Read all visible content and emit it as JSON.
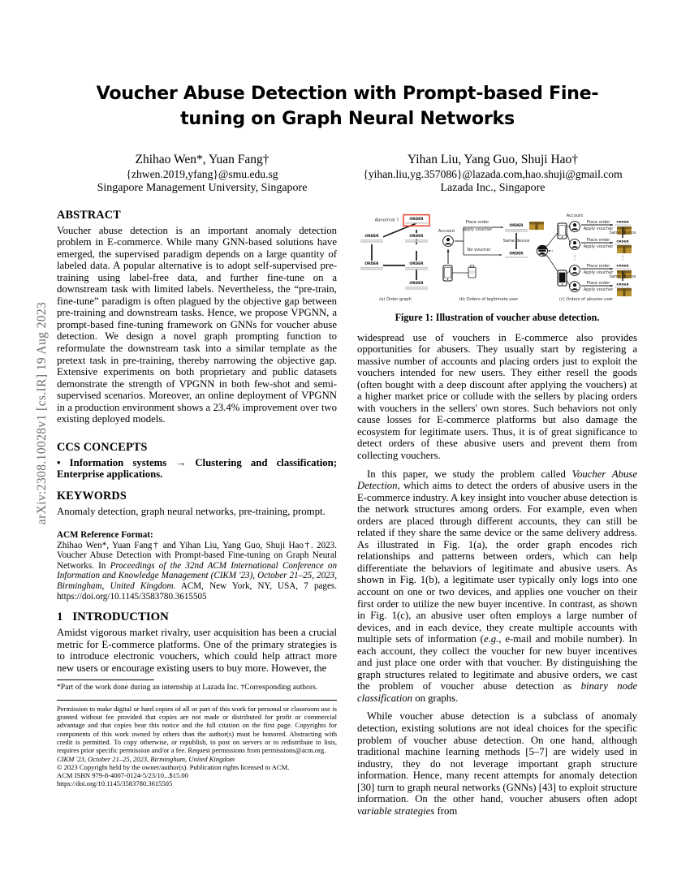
{
  "arxiv": {
    "stamp": "arXiv:2308.10028v1  [cs.IR]  19 Aug 2023"
  },
  "paper": {
    "title": "Voucher Abuse Detection with Prompt-based Fine-tuning on Graph Neural Networks",
    "authors": [
      {
        "names": "Zhihao Wen*, Yuan Fang†",
        "email": "{zhwen.2019,yfang}@smu.edu.sg",
        "affiliation": "Singapore Management University, Singapore"
      },
      {
        "names": "Yihan Liu, Yang Guo, Shuji Hao†",
        "email": "{yihan.liu,yg.357086}@lazada.com,hao.shuji@gmail.com",
        "affiliation": "Lazada Inc., Singapore"
      }
    ]
  },
  "sections": {
    "abstract_heading": "ABSTRACT",
    "abstract_text": "Voucher abuse detection is an important anomaly detection problem in E-commerce. While many GNN-based solutions have emerged, the supervised paradigm depends on a large quantity of labeled data. A popular alternative is to adopt self-supervised pre-training using label-free data, and further fine-tune on a downstream task with limited labels. Nevertheless, the “pre-train, fine-tune” paradigm is often plagued by the objective gap between pre-training and downstream tasks. Hence, we propose VPGNN, a prompt-based fine-tuning framework on GNNs for voucher abuse detection. We design a novel graph prompting function to reformulate the downstream task into a similar template as the pretext task in pre-training, thereby narrowing the objective gap. Extensive experiments on both proprietary and public datasets demonstrate the strength of VPGNN in both few-shot and semi-supervised scenarios. Moreover, an online deployment of VPGNN in a production environment shows a 23.4% improvement over two existing deployed models.",
    "ccs_heading": "CCS CONCEPTS",
    "ccs_text": "• Information systems → Clustering and classification; Enterprise applications.",
    "keywords_heading": "KEYWORDS",
    "keywords_text": "Anomaly detection, graph neural networks, pre-training, prompt.",
    "acm_ref_heading": "ACM Reference Format:",
    "acm_ref_text_a": "Zhihao Wen*, Yuan Fang† and Yihan Liu, Yang Guo, Shuji Hao†. 2023. Voucher Abuse Detection with Prompt-based Fine-tuning on Graph Neural Networks. In ",
    "acm_ref_text_italic": "Proceedings of the 32nd ACM International Conference on Information and Knowledge Management (CIKM '23), October 21–25, 2023, Birmingham, United Kingdom.",
    "acm_ref_text_b": " ACM, New York, NY, USA, 7 pages. https://doi.org/10.1145/3583780.3615505",
    "intro_number": "1",
    "intro_heading": "INTRODUCTION",
    "intro_p1": "Amidst vigorous market rivalry, user acquisition has been a crucial metric for E-commerce platforms. One of the primary strategies is to introduce electronic vouchers, which could help attract more new users or encourage existing users to buy more. However, the",
    "footnote": "*Part of the work done during an internship at Lazada Inc. †Corresponding authors.",
    "permission_text": "Permission to make digital or hard copies of all or part of this work for personal or classroom use is granted without fee provided that copies are not made or distributed for profit or commercial advantage and that copies bear this notice and the full citation on the first page. Copyrights for components of this work owned by others than the author(s) must be honored. Abstracting with credit is permitted. To copy otherwise, or republish, to post on servers or to redistribute to lists, requires prior specific permission and/or a fee. Request permissions from permissions@acm.org.",
    "permission_conf": "CIKM '23, October 21–25, 2023, Birmingham, United Kingdom",
    "permission_copyright": "© 2023 Copyright held by the owner/author(s). Publication rights licensed to ACM.",
    "permission_isbn": "ACM ISBN 979-8-4007-0124-5/23/10...$15.00",
    "permission_doi": "https://doi.org/10.1145/3583780.3615505"
  },
  "right_column": {
    "p1": "widespread use of vouchers in E-commerce also provides opportunities for abusers. They usually start by registering a massive number of accounts and placing orders just to exploit the vouchers intended for new users. They either resell the goods (often bought with a deep discount after applying the vouchers) at a higher market price or collude with the sellers by placing orders with vouchers in the sellers' own stores. Such behaviors not only cause losses for E-commerce platforms but also damage the ecosystem for legitimate users. Thus, it is of great significance to detect orders of these abusive users and prevent them from collecting vouchers.",
    "p2_a": "In this paper, we study the problem called ",
    "p2_i1": "Voucher Abuse Detection",
    "p2_b": ", which aims to detect the orders of abusive users in the E-commerce industry. A key insight into voucher abuse detection is the network structures among orders. For example, even when orders are placed through different accounts, they can still be related if they share the same device or the same delivery address. As illustrated in Fig. 1(a), the order graph encodes rich relationships and patterns between orders, which can help differentiate the behaviors of legitimate and abusive users. As shown in Fig. 1(b), a legitimate user typically only logs into one account on one or two devices, and applies one voucher on their first order to utilize the new buyer incentive. In contrast, as shown in Fig. 1(c), an abusive user often employs a large number of devices, and in each device, they create multiple accounts with multiple sets of information (",
    "p2_i2": "e.g.",
    "p2_c": ", e-mail and mobile number). In each account, they collect the voucher for new buyer incentives and just place one order with that voucher. By distinguishing the graph structures related to legitimate and abusive orders, we cast the problem of voucher abuse detection as ",
    "p2_i3": "binary node classification",
    "p2_d": " on graphs.",
    "p3_a": "While voucher abuse detection is a subclass of anomaly detection, existing solutions are not ideal choices for the specific problem of voucher abuse detection. On one hand, although traditional machine learning methods [5–7] are widely used in industry, they do not leverage important graph structure information. Hence, many recent attempts for anomaly detection [30] turn to graph neural networks (GNNs) [43] to exploit structure information. On the other hand, voucher abusers often adopt ",
    "p3_i1": "variable strategies",
    "p3_b": " from"
  },
  "figure": {
    "caption": "Figure 1: Illustration of voucher abuse detection.",
    "panels": [
      {
        "label": "(a)",
        "text": "Order graph"
      },
      {
        "label": "(b)",
        "text": "Orders of legitimate user"
      },
      {
        "label": "(c)",
        "text": "Orders of abusive user"
      }
    ],
    "labels": {
      "abnormal": "Abnormal ?",
      "order": "ORDER",
      "account": "Account",
      "place_order": "Place order",
      "apply_voucher": "Apply voucher",
      "no_voucher": "No voucher",
      "same_device": "Same device"
    },
    "colors": {
      "highlight_red": "#e8402a",
      "box_gold": "#8a6a1e",
      "box_gold_light": "#c39a33",
      "edge": "#1a1a1a",
      "text_gray": "#2b2b2b"
    }
  }
}
